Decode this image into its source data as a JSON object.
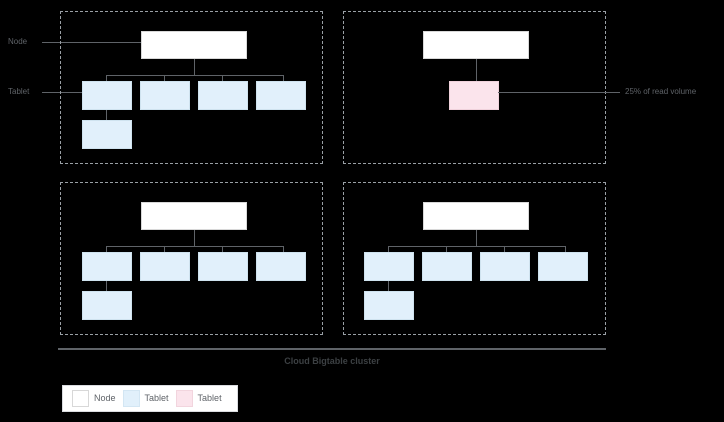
{
  "diagram": {
    "caption": "Cloud Bigtable cluster",
    "labels": {
      "node": "Node",
      "tablet": "Tablet"
    },
    "annotations": {
      "hot_tablet": "25% of read volume"
    },
    "colors": {
      "node_fill": "#ffffff",
      "tablet_fill": "#e1f0fb",
      "hot_tablet_fill": "#fbe4ec",
      "line": "#5f6368",
      "panel_border": "#9aa0a6",
      "background": "#000000"
    },
    "panels": [
      {
        "id": "panel-top-left",
        "node": {
          "label": ""
        },
        "tablets": [
          {
            "label": "",
            "kind": "tablet"
          },
          {
            "label": "",
            "kind": "tablet"
          },
          {
            "label": "",
            "kind": "tablet"
          },
          {
            "label": "",
            "kind": "tablet"
          },
          {
            "label": "",
            "kind": "tablet"
          }
        ]
      },
      {
        "id": "panel-top-right",
        "node": {
          "label": ""
        },
        "tablets": [
          {
            "label": "",
            "kind": "hot-tablet"
          }
        ]
      },
      {
        "id": "panel-bottom-left",
        "node": {
          "label": ""
        },
        "tablets": [
          {
            "label": "",
            "kind": "tablet"
          },
          {
            "label": "",
            "kind": "tablet"
          },
          {
            "label": "",
            "kind": "tablet"
          },
          {
            "label": "",
            "kind": "tablet"
          },
          {
            "label": "",
            "kind": "tablet"
          }
        ]
      },
      {
        "id": "panel-bottom-right",
        "node": {
          "label": ""
        },
        "tablets": [
          {
            "label": "",
            "kind": "tablet"
          },
          {
            "label": "",
            "kind": "tablet"
          },
          {
            "label": "",
            "kind": "tablet"
          },
          {
            "label": "",
            "kind": "tablet"
          },
          {
            "label": "",
            "kind": "tablet"
          }
        ]
      }
    ],
    "legend": {
      "items": [
        {
          "swatch": "node",
          "label": "Node"
        },
        {
          "swatch": "tablet",
          "label": "Tablet"
        },
        {
          "swatch": "hot",
          "label": "Tablet"
        }
      ]
    }
  }
}
